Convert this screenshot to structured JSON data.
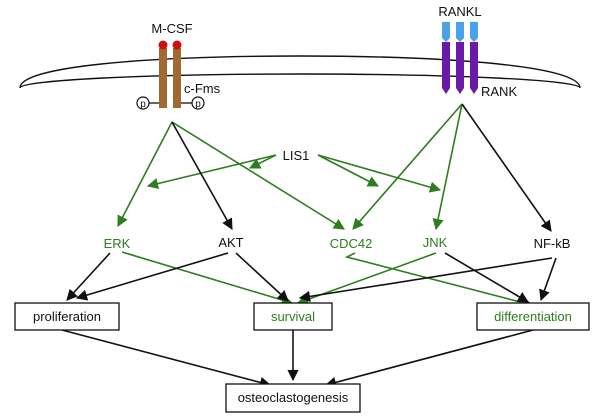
{
  "colors": {
    "black": "#111111",
    "green": "#2e7d1e",
    "receptor_brown": "#a0692f",
    "ligand_red": "#cc1111",
    "rankl_blue": "#4aa3ea",
    "rank_purple": "#6a1aa6"
  },
  "receptors": {
    "mcsf": "M-CSF",
    "cfms": "c-Fms",
    "phospho": "p",
    "rankl": "RANKL",
    "rank": "RANK"
  },
  "nodes": {
    "lis1": "LIS1",
    "erk": "ERK",
    "akt": "AKT",
    "cdc42": "CDC42",
    "jnk": "JNK",
    "nfkb": "NF-kB"
  },
  "outcomes": {
    "proliferation": "proliferation",
    "survival": "survival",
    "differentiation": "differentiation",
    "osteoclastogenesis": "osteoclastogenesis"
  }
}
